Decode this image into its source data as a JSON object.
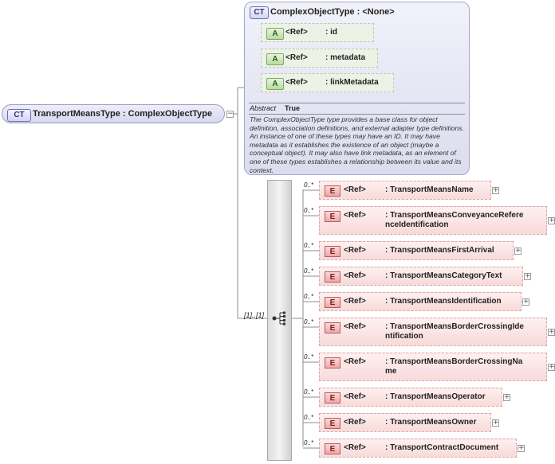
{
  "main_type": {
    "badge": "CT",
    "name": "TransportMeansType : ComplexObjectType"
  },
  "base_type": {
    "badge": "CT",
    "title": "ComplexObjectType : <None>",
    "attributes": [
      {
        "badge": "A",
        "ref": "<Ref>",
        "name": ": id"
      },
      {
        "badge": "A",
        "ref": "<Ref>",
        "name": ": metadata"
      },
      {
        "badge": "A",
        "ref": "<Ref>",
        "name": ": linkMetadata"
      }
    ],
    "abstract_label": "Abstract",
    "abstract_value": "True",
    "documentation": "The ComplexObjectType type provides a base class for object definition, association definitions, and external adapter type definitions. An instance of one of these types may have an ID. It may have metadata as it establishes the existence of an object (maybe a conceptual object). It may also have link metadata, as an element of one of these types establishes a relationship between its value and its context."
  },
  "sequence": {
    "occurrence": "[1]..[1]"
  },
  "elements": [
    {
      "occurrence": "0..*",
      "badge": "E",
      "ref": "<Ref>",
      "name_lines": [
        ": TransportMeansName"
      ]
    },
    {
      "occurrence": "0..*",
      "badge": "E",
      "ref": "<Ref>",
      "name_lines": [
        ": TransportMeansConveyanceRefere",
        "nceIdentification"
      ]
    },
    {
      "occurrence": "0..*",
      "badge": "E",
      "ref": "<Ref>",
      "name_lines": [
        ": TransportMeansFirstArrival"
      ]
    },
    {
      "occurrence": "0..*",
      "badge": "E",
      "ref": "<Ref>",
      "name_lines": [
        ": TransportMeansCategoryText"
      ]
    },
    {
      "occurrence": "0..*",
      "badge": "E",
      "ref": "<Ref>",
      "name_lines": [
        ": TransportMeansIdentification"
      ]
    },
    {
      "occurrence": "0..*",
      "badge": "E",
      "ref": "<Ref>",
      "name_lines": [
        ": TransportMeansBorderCrossingIde",
        "ntification"
      ]
    },
    {
      "occurrence": "0..*",
      "badge": "E",
      "ref": "<Ref>",
      "name_lines": [
        ": TransportMeansBorderCrossingNa",
        "me"
      ]
    },
    {
      "occurrence": "0..*",
      "badge": "E",
      "ref": "<Ref>",
      "name_lines": [
        ": TransportMeansOperator"
      ]
    },
    {
      "occurrence": "0..*",
      "badge": "E",
      "ref": "<Ref>",
      "name_lines": [
        ": TransportMeansOwner"
      ]
    },
    {
      "occurrence": "0..*",
      "badge": "E",
      "ref": "<Ref>",
      "name_lines": [
        ": TransportContractDocument"
      ]
    }
  ]
}
